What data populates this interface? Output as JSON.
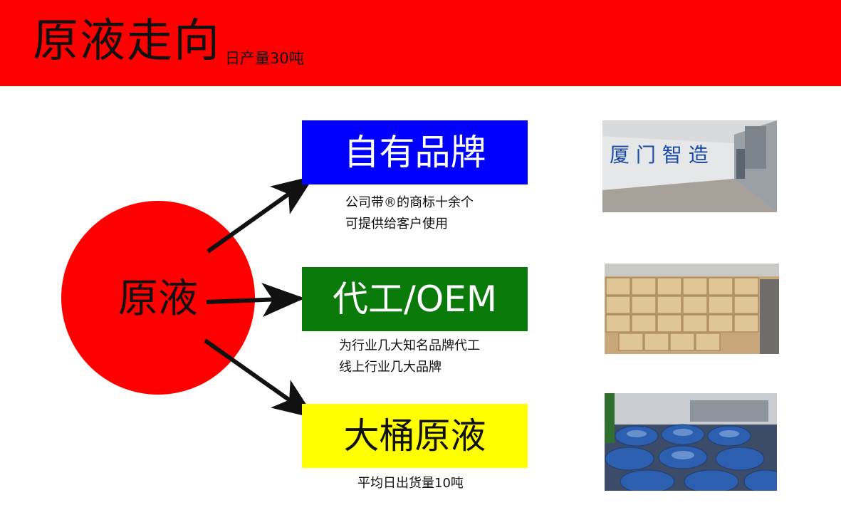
{
  "header": {
    "title": "原液走向",
    "subtitle": "日产量30吨"
  },
  "source": {
    "label": "原液"
  },
  "branches": [
    {
      "label": "自有品牌",
      "lines": [
        "公司带®的商标十余个",
        "可提供给客户使用"
      ]
    },
    {
      "label": "代工/OEM",
      "lines": [
        "为行业几大知名品牌代工",
        "线上行业几大品牌"
      ]
    },
    {
      "label": "大桶原液",
      "lines": [
        "平均日出货量10吨"
      ]
    }
  ],
  "photos": {
    "office_wall_text": "厦 门 智 造"
  },
  "colors": {
    "header": "#ff0000",
    "circle": "#ff0000",
    "box_brand": "#0000ff",
    "box_oem": "#0a7a0a",
    "box_bulk": "#ffff00"
  }
}
